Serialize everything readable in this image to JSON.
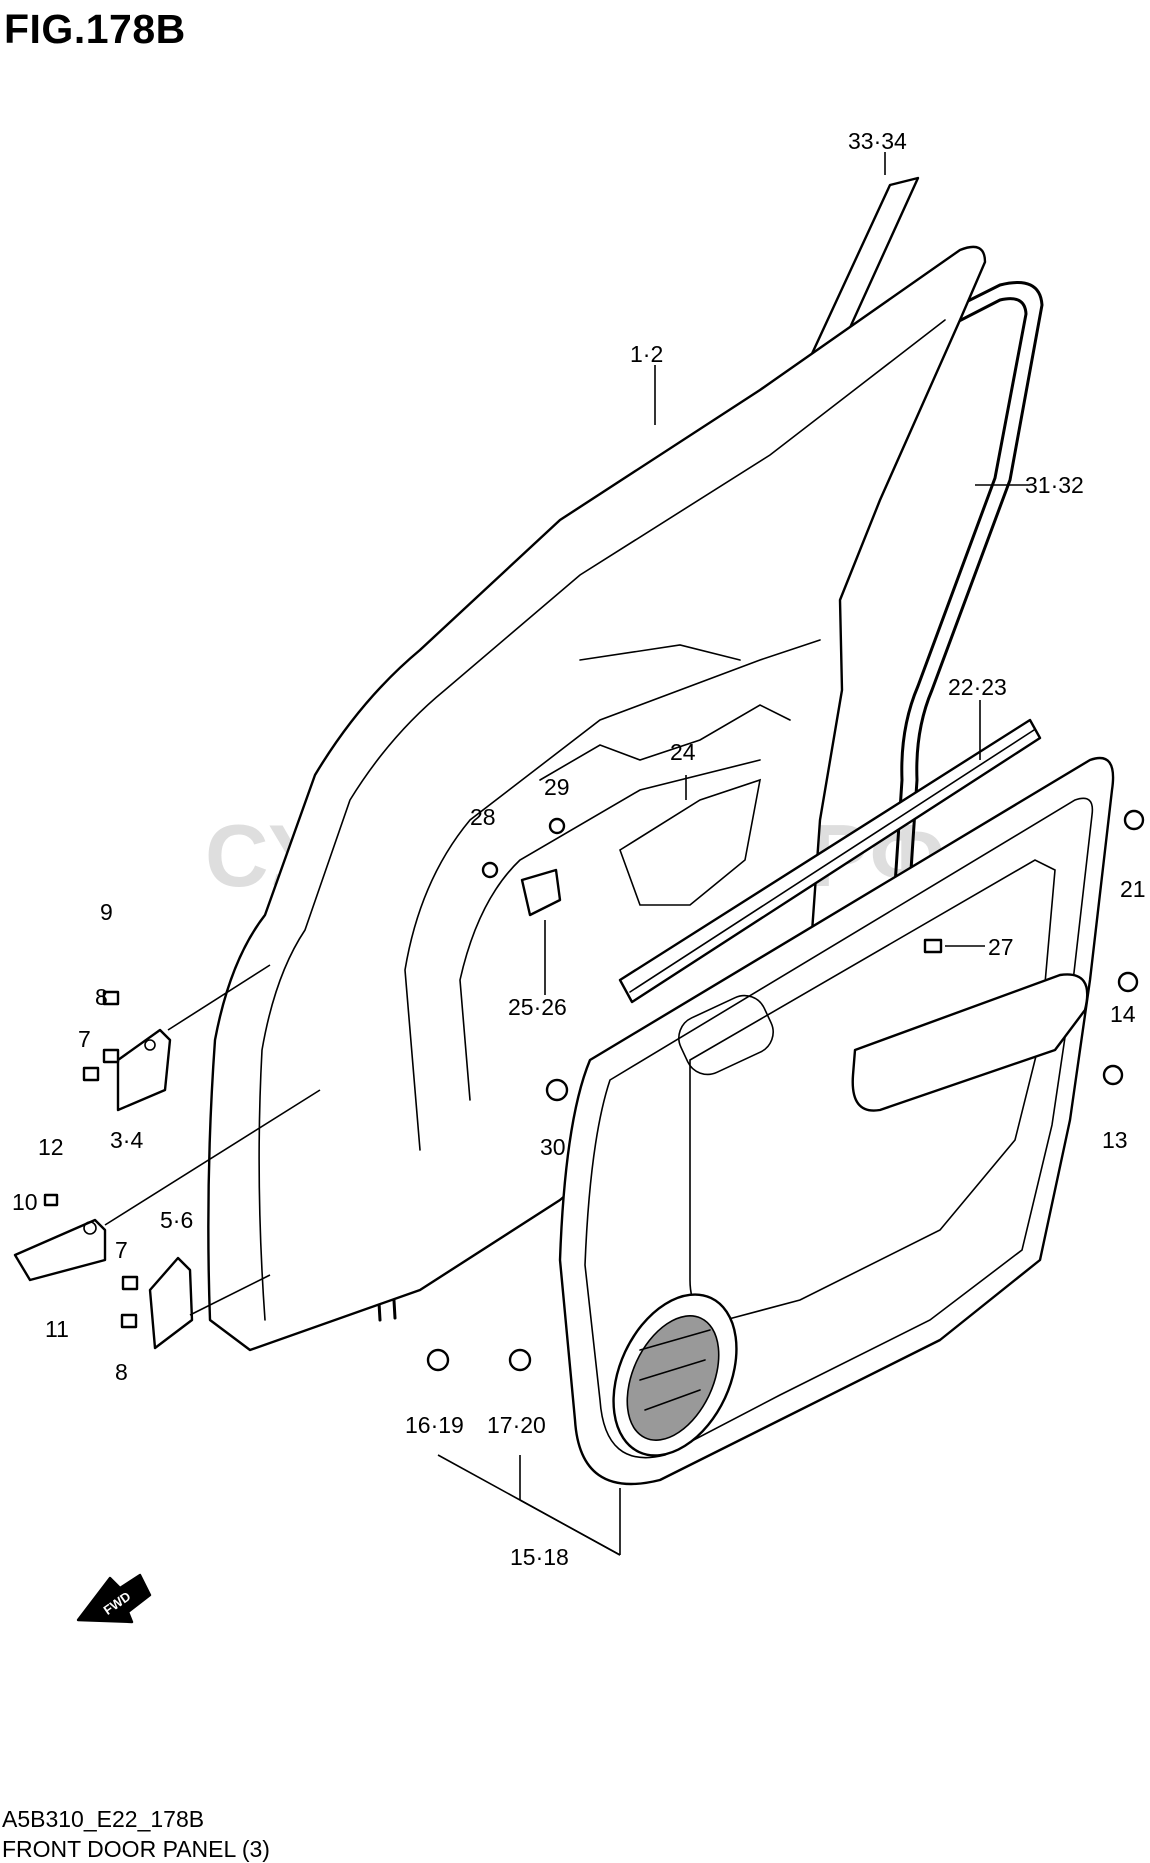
{
  "figure": {
    "title": "FIG.178B",
    "code": "A5B310_E22_178B",
    "caption": "FRONT DOOR PANEL (3)",
    "watermark": "СУЗУКИШОП.РФ"
  },
  "callouts": {
    "c33_34": "33·34",
    "c1_2": "1·2",
    "c31_32": "31·32",
    "c22_23": "22·23",
    "c24": "24",
    "c29": "29",
    "c28": "28",
    "c21": "21",
    "c27": "27",
    "c9": "9",
    "c25_26": "25·26",
    "c14": "14",
    "c8a": "8",
    "c7a": "7",
    "c3_4": "3·4",
    "c30": "30",
    "c13": "13",
    "c12": "12",
    "c10": "10",
    "c5_6": "5·6",
    "c7b": "7",
    "c11": "11",
    "c8b": "8",
    "c16_19": "16·19",
    "c17_20": "17·20",
    "c15_18": "15·18"
  },
  "fwd_arrow": {
    "label": "FWD"
  }
}
